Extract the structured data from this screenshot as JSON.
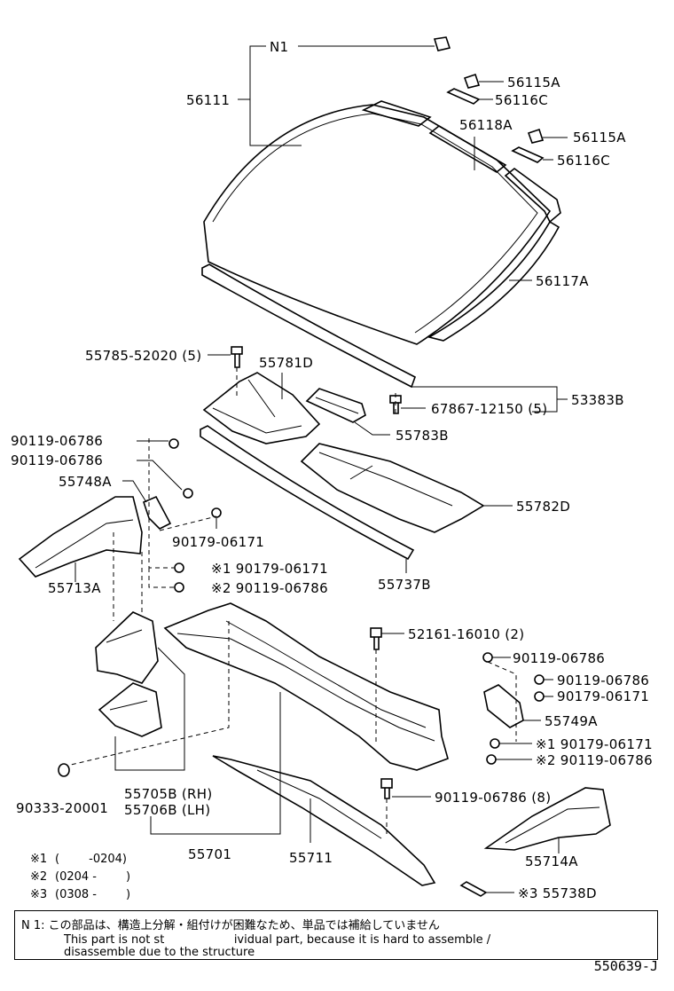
{
  "labels": {
    "n1": "N1",
    "p56111": "56111",
    "p56115A_a": "56115A",
    "p56116C_a": "56116C",
    "p56118A": "56118A",
    "p56115A_b": "56115A",
    "p56116C_b": "56116C",
    "p56117A": "56117A",
    "p55785": "55785-52020 (5)",
    "p55781D": "55781D",
    "p53383B": "53383B",
    "p67867": "67867-12150 (5)",
    "p55783B": "55783B",
    "p90119a": "90119-06786",
    "p90119b": "90119-06786",
    "p55748A": "55748A",
    "p55782D": "55782D",
    "p90179a": "90179-06171",
    "p90179b": "※1 90179-06171",
    "p90119c": "※2 90119-06786",
    "p55713A": "55713A",
    "p55737B": "55737B",
    "p52161": "52161-16010 (2)",
    "p90119d": "90119-06786",
    "p90119e": "90119-06786",
    "p90179c": "90179-06171",
    "p55749A": "55749A",
    "p90179d": "※1 90179-06171",
    "p90119f": "※2 90119-06786",
    "p90333": "90333-20001",
    "p55705B": "55705B (RH)",
    "p55706B": "55706B (LH)",
    "p90119g": "90119-06786 (8)",
    "p55701": "55701",
    "p55711": "55711",
    "p55714A": "55714A",
    "p55738D": "※3 55738D"
  },
  "legend": {
    "r1_mark": "※1",
    "r1_range": "(        -0204)",
    "r2_mark": "※2",
    "r2_range": "(0204 -        )",
    "r3_mark": "※3",
    "r3_range": "(0308 -        )"
  },
  "note": {
    "jp": "N 1: この部品は、構造上分解・組付けが困難なため、単品では補給していません",
    "en1": "This part is not st                   ividual part, because it is hard to assemble /",
    "en2": "disassemble due to the structure"
  },
  "footer": "550639-J"
}
